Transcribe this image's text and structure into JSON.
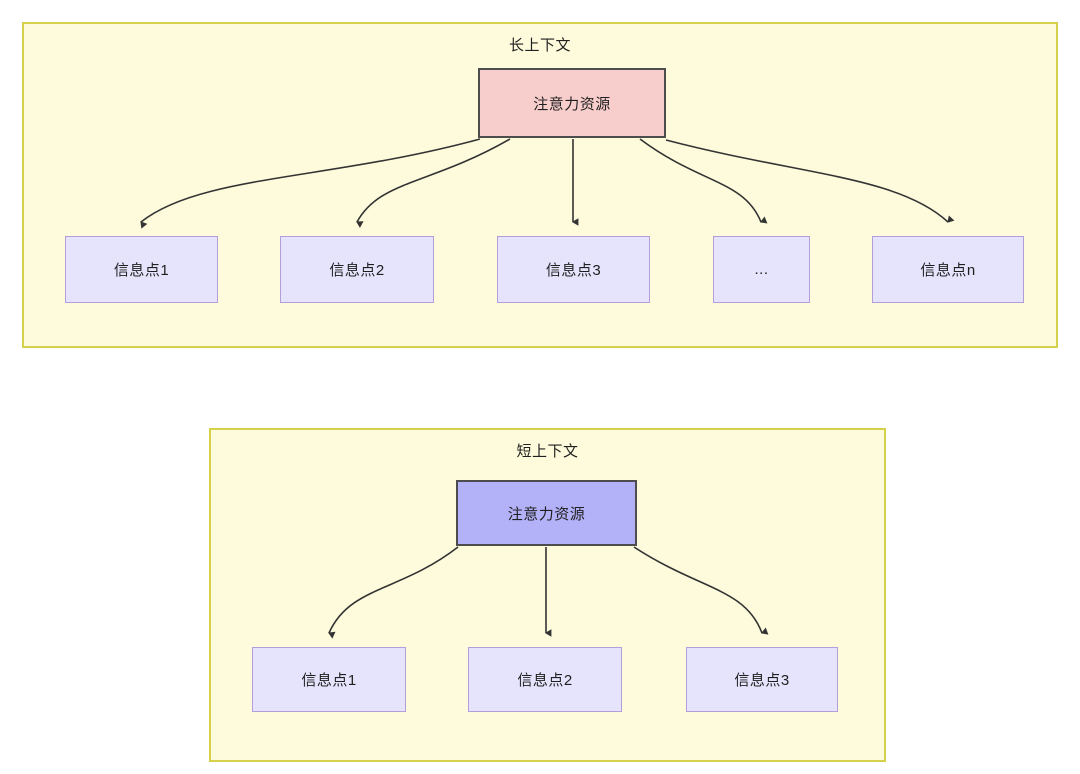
{
  "diagram": {
    "type": "attention-allocation-comparison",
    "background": "#ffffff",
    "panels": [
      {
        "id": "long-context",
        "title": "长上下文",
        "fill": "#fdfbdc",
        "border": "#d6d14a",
        "root": {
          "label": "注意力资源",
          "fill": "#f8cecc",
          "border": "#4d4d4d"
        },
        "leaves": [
          {
            "label": "信息点1"
          },
          {
            "label": "信息点2"
          },
          {
            "label": "信息点3"
          },
          {
            "label": "..."
          },
          {
            "label": "信息点n"
          }
        ],
        "leaf_fill": "#e6e3fc",
        "leaf_border": "#b39ddb"
      },
      {
        "id": "short-context",
        "title": "短上下文",
        "fill": "#fdfbdc",
        "border": "#d6d14a",
        "root": {
          "label": "注意力资源",
          "fill": "#b3b1f7",
          "border": "#4d4d4d"
        },
        "leaves": [
          {
            "label": "信息点1"
          },
          {
            "label": "信息点2"
          },
          {
            "label": "信息点3"
          }
        ],
        "leaf_fill": "#e6e3fc",
        "leaf_border": "#b39ddb"
      }
    ],
    "edge_color": "#333333"
  }
}
